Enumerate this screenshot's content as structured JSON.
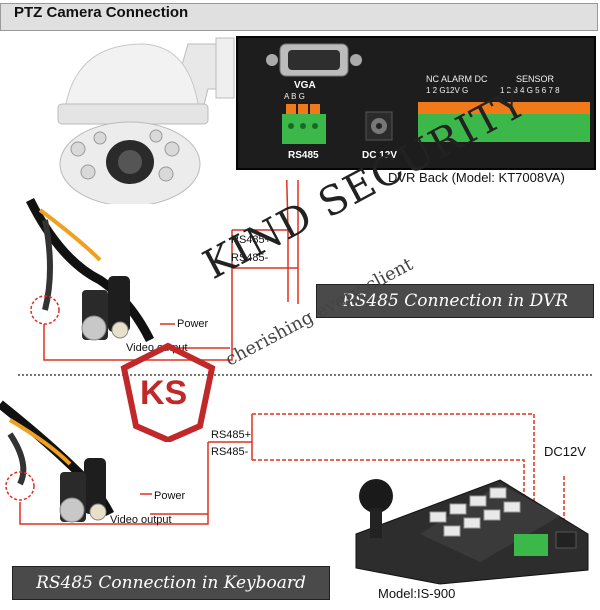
{
  "header": {
    "title": "PTZ Camera Connection"
  },
  "dvr": {
    "vga_label": "VGA",
    "vga_pins": "A  B  G",
    "rs485_label": "RS485",
    "dc_label": "DC 12V",
    "alarm_label": "NC  ALARM DC",
    "alarm_pins": "1  2  G12V G",
    "sensor_label": "SENSOR",
    "sensor_pins": "1  2  3  4  G 5  6  7  8",
    "caption": "DVR Back (Model: KT7008VA)"
  },
  "section1": {
    "rs485_plus": "RS485+",
    "rs485_minus": "RS485-",
    "power": "Power",
    "video_output": "Video output",
    "banner": "RS485 Connection in DVR"
  },
  "section2": {
    "rs485_plus": "RS485+",
    "rs485_minus": "RS485-",
    "power": "Power",
    "video_output": "Video output",
    "dc12v": "DC12V",
    "banner": "RS485 Connection in Keyboard",
    "model": "Model:IS-900"
  },
  "watermark": {
    "logo_text": "KS",
    "brand": "KIND SECURITY",
    "tagline": "cherishing   every   client"
  },
  "colors": {
    "wire_red": "#e0301e",
    "terminal_green": "#3cb84a",
    "terminal_orange": "#f07a1a",
    "banner_bg": "#4a4a4a",
    "logo_red": "#c0282a"
  }
}
